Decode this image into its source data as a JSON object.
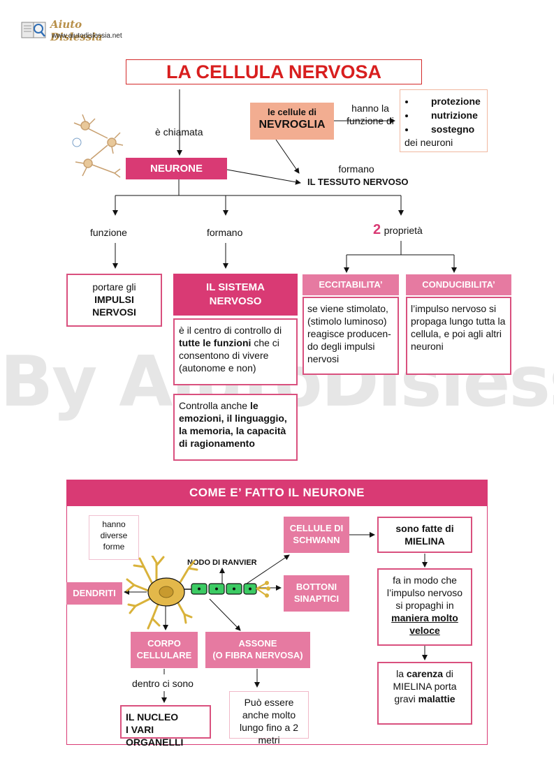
{
  "logo": {
    "name": "Aiuto Dislessia",
    "url": "www.aiutodislessia.net"
  },
  "watermark": "By AiutoDislessia.net",
  "title": "LA CELLULA NERVOSA",
  "top": {
    "e_chiamata": "è chiamata",
    "neurone": "NEURONE",
    "nevroglia_line1": "le cellule di",
    "nevroglia_line2": "NEVROGLIA",
    "hanno_la": "hanno la",
    "funzione_di": "funzione di",
    "functions": [
      "protezione",
      "nutrizione",
      "sostegno"
    ],
    "dei_neuroni": "dei neuroni",
    "formano_tessuto_1": "formano",
    "formano_tessuto_2": "IL TESSUTO NERVOSO"
  },
  "branches": {
    "funzione": "funzione",
    "formano": "formano",
    "num": "2",
    "proprieta": "proprietà"
  },
  "boxes": {
    "portare_1": "portare gli",
    "portare_2": "IMPULSI",
    "portare_3": "NERVOSI",
    "sistema_1": "IL SISTEMA",
    "sistema_2": "NERVOSO",
    "centro_a": "è il centro di controllo di ",
    "centro_b": "tutte le funzioni",
    "centro_c": " che ci consentono di vivere (autonome e non)",
    "controlla_a": "Controlla anche ",
    "controlla_b": "le emozioni, il linguaggio, la memoria, la capacità di ragionamento",
    "eccitabilita": "ECCITABILITA’",
    "eccitabilita_text": "se viene stimolato, (stimolo luminoso) reagisce producen-do  degli impulsi nervosi",
    "conducibilita": "CONDUCIBILITA’",
    "conducibilita_text": "l’impulso nervoso si propaga lungo tutta la cellula, e poi agli altri neuroni"
  },
  "section2": {
    "header": "COME E’ FATTO IL NEURONE",
    "hanno": "hanno diverse forme",
    "nodo": "NODO DI RANVIER",
    "dendriti": "DENDRITI",
    "corpo_1": "CORPO",
    "corpo_2": "CELLULARE",
    "assone_1": "ASSONE",
    "assone_2": "(O FIBRA NERVOSA)",
    "schwann_1": "CELLULE DI",
    "schwann_2": "SCHWANN",
    "bottoni_1": "BOTTONI",
    "bottoni_2": "SINAPTICI",
    "dentro": "dentro ci sono",
    "nucleo_1": "IL NUCLEO",
    "nucleo_2": "I VARI ORGANELLI",
    "puo": "Può essere anche molto lungo fino a 2 metri",
    "fatte_1": "sono fatte di",
    "fatte_2": "MIELINA",
    "fa_1": "fa in modo che l’impulso nervoso si propaghi in ",
    "fa_2": "maniera molto veloce",
    "carenza_1": "la ",
    "carenza_2": "carenza",
    "carenza_3": " di MIELINA porta gravi ",
    "carenza_4": "malattie"
  }
}
